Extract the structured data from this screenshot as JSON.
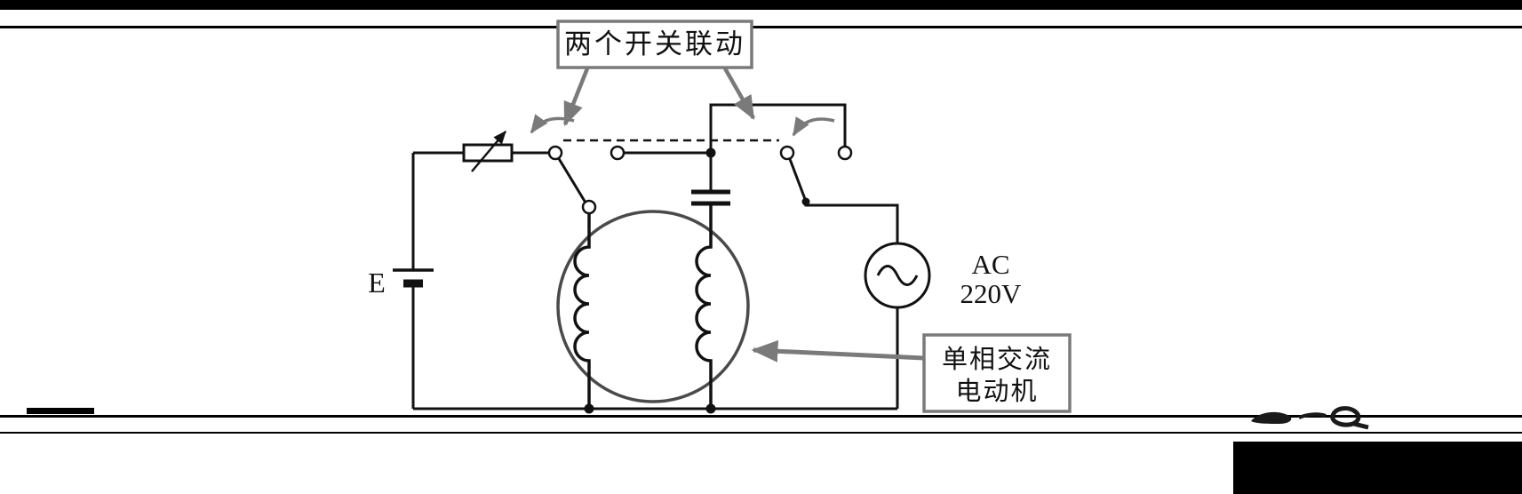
{
  "labels": {
    "linkage": "两个开关联动",
    "motor_line1": "单相交流",
    "motor_line2": "电动机",
    "battery": "E",
    "ac_line1": "AC",
    "ac_line2": "220V"
  },
  "colors": {
    "wire": "#111111",
    "annotation_gray": "#7a7a7a",
    "motor_circle": "#4a4a4a",
    "chrome_black": "#000000",
    "background": "#ffffff"
  },
  "diagram": {
    "type": "electrical-schematic",
    "components": [
      "dc-battery-E",
      "rheostat",
      "ganged-switch-1",
      "ganged-switch-2",
      "mechanical-linkage-dashed",
      "capacitor",
      "single-phase-ac-motor-two-windings",
      "ac-source-220V"
    ]
  }
}
